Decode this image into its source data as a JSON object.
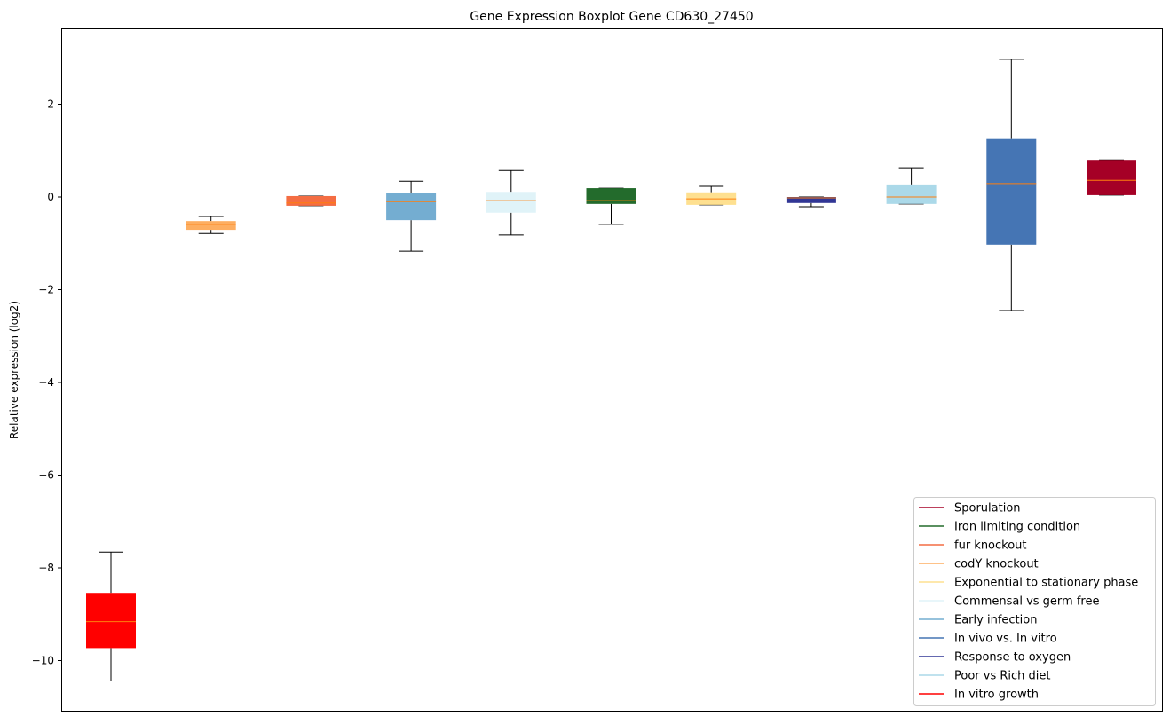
{
  "chart_data": {
    "type": "boxplot",
    "title": "Gene Expression Boxplot Gene CD630_27450",
    "xlabel": "",
    "ylabel": "Relative expression (log2)",
    "ylim": [
      -11.0,
      3.6
    ],
    "yticks": [
      2,
      0,
      -2,
      -4,
      -6,
      -8,
      -10
    ],
    "ytick_labels": [
      "2",
      "0",
      "−2",
      "−4",
      "−6",
      "−8",
      "−10"
    ],
    "median_color": "#ff7f0e",
    "legend_position": "bottom-right",
    "boxes": [
      {
        "name": "In vitro growth",
        "color": "#ff0000",
        "whislo": -10.44,
        "q1": -9.73,
        "med": -9.16,
        "q3": -8.54,
        "whishi": -7.66
      },
      {
        "name": "codY knockout",
        "color": "#fdae61",
        "whislo": -0.79,
        "q1": -0.71,
        "med": -0.59,
        "q3": -0.52,
        "whishi": -0.42
      },
      {
        "name": "fur knockout",
        "color": "#f46d43",
        "whislo": -0.19,
        "q1": -0.19,
        "med": -0.13,
        "q3": 0.02,
        "whishi": 0.02
      },
      {
        "name": "Early infection",
        "color": "#74add1",
        "whislo": -1.17,
        "q1": -0.5,
        "med": -0.1,
        "q3": 0.08,
        "whishi": 0.34
      },
      {
        "name": "Commensal vs germ free",
        "color": "#e0f3f8",
        "whislo": -0.82,
        "q1": -0.34,
        "med": -0.08,
        "q3": 0.11,
        "whishi": 0.57
      },
      {
        "name": "Iron limiting condition",
        "color": "#236b2c",
        "whislo": -0.59,
        "q1": -0.15,
        "med": -0.08,
        "q3": 0.19,
        "whishi": 0.19
      },
      {
        "name": "Exponential to stationary phase",
        "color": "#fee090",
        "whislo": -0.17,
        "q1": -0.17,
        "med": -0.04,
        "q3": 0.1,
        "whishi": 0.23
      },
      {
        "name": "Response to oxygen",
        "color": "#313695",
        "whislo": -0.21,
        "q1": -0.13,
        "med": -0.02,
        "q3": 0.0,
        "whishi": 0.0
      },
      {
        "name": "Poor vs Rich diet",
        "color": "#abd9e9",
        "whislo": -0.15,
        "q1": -0.15,
        "med": 0.0,
        "q3": 0.27,
        "whishi": 0.63
      },
      {
        "name": "In vivo vs. In vitro",
        "color": "#4575b4",
        "whislo": -2.45,
        "q1": -1.03,
        "med": 0.29,
        "q3": 1.25,
        "whishi": 2.97
      },
      {
        "name": "Sporulation",
        "color": "#a50026",
        "whislo": 0.04,
        "q1": 0.04,
        "med": 0.36,
        "q3": 0.8,
        "whishi": 0.8
      }
    ],
    "legend": [
      {
        "label": "Sporulation",
        "color": "#a50026"
      },
      {
        "label": "Iron limiting condition",
        "color": "#236b2c"
      },
      {
        "label": "fur knockout",
        "color": "#f46d43"
      },
      {
        "label": "codY knockout",
        "color": "#fdae61"
      },
      {
        "label": "Exponential to stationary phase",
        "color": "#fee090"
      },
      {
        "label": "Commensal vs germ free",
        "color": "#e0f3f8"
      },
      {
        "label": "Early infection",
        "color": "#74add1"
      },
      {
        "label": "In vivo vs. In vitro",
        "color": "#4575b4"
      },
      {
        "label": "Response to oxygen",
        "color": "#313695"
      },
      {
        "label": "Poor vs Rich diet",
        "color": "#abd9e9"
      },
      {
        "label": "In vitro growth",
        "color": "#ff0000"
      }
    ]
  }
}
